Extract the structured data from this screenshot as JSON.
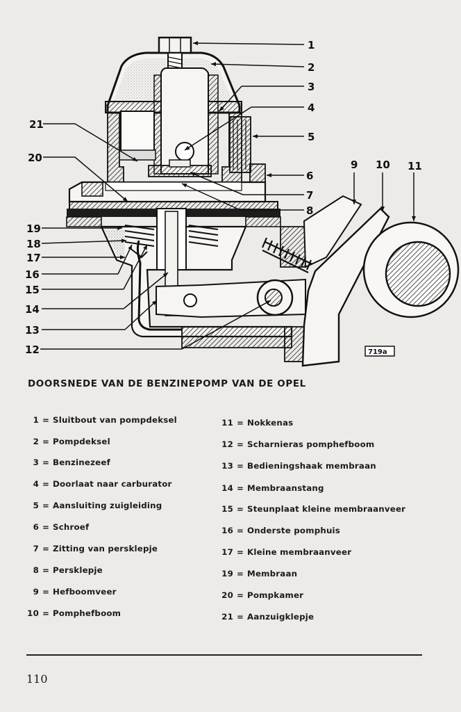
{
  "diagram": {
    "figure_code": "719a",
    "callout_numbers": [
      "1",
      "2",
      "3",
      "4",
      "5",
      "6",
      "7",
      "8",
      "9",
      "10",
      "11",
      "12",
      "13",
      "14",
      "15",
      "16",
      "17",
      "18",
      "19",
      "20",
      "21"
    ]
  },
  "caption": "DOORSNEDE VAN DE BENZINEPOMP VAN DE OPEL",
  "legend": {
    "left": [
      {
        "num": "1",
        "label": "Sluitbout van pompdeksel"
      },
      {
        "num": "2",
        "label": "Pompdeksel"
      },
      {
        "num": "3",
        "label": "Benzinezeef"
      },
      {
        "num": "4",
        "label": "Doorlaat naar carburator"
      },
      {
        "num": "5",
        "label": "Aansluiting zuigleiding"
      },
      {
        "num": "6",
        "label": "Schroef"
      },
      {
        "num": "7",
        "label": "Zitting van persklepje"
      },
      {
        "num": "8",
        "label": "Persklepje"
      },
      {
        "num": "9",
        "label": "Hefboomveer"
      },
      {
        "num": "10",
        "label": "Pomphefboom"
      }
    ],
    "right": [
      {
        "num": "11",
        "label": "Nokkenas"
      },
      {
        "num": "12",
        "label": "Scharnieras pomphefboom"
      },
      {
        "num": "13",
        "label": "Bedieningshaak membraan"
      },
      {
        "num": "14",
        "label": "Membraanstang"
      },
      {
        "num": "15",
        "label": "Steunplaat kleine membraanveer"
      },
      {
        "num": "16",
        "label": "Onderste pomphuis"
      },
      {
        "num": "17",
        "label": "Kleine membraanveer"
      },
      {
        "num": "19",
        "label": "Membraan"
      },
      {
        "num": "20",
        "label": "Pompkamer"
      },
      {
        "num": "21",
        "label": "Aanzuigklepje"
      }
    ],
    "separator": "="
  },
  "page_number": "110"
}
